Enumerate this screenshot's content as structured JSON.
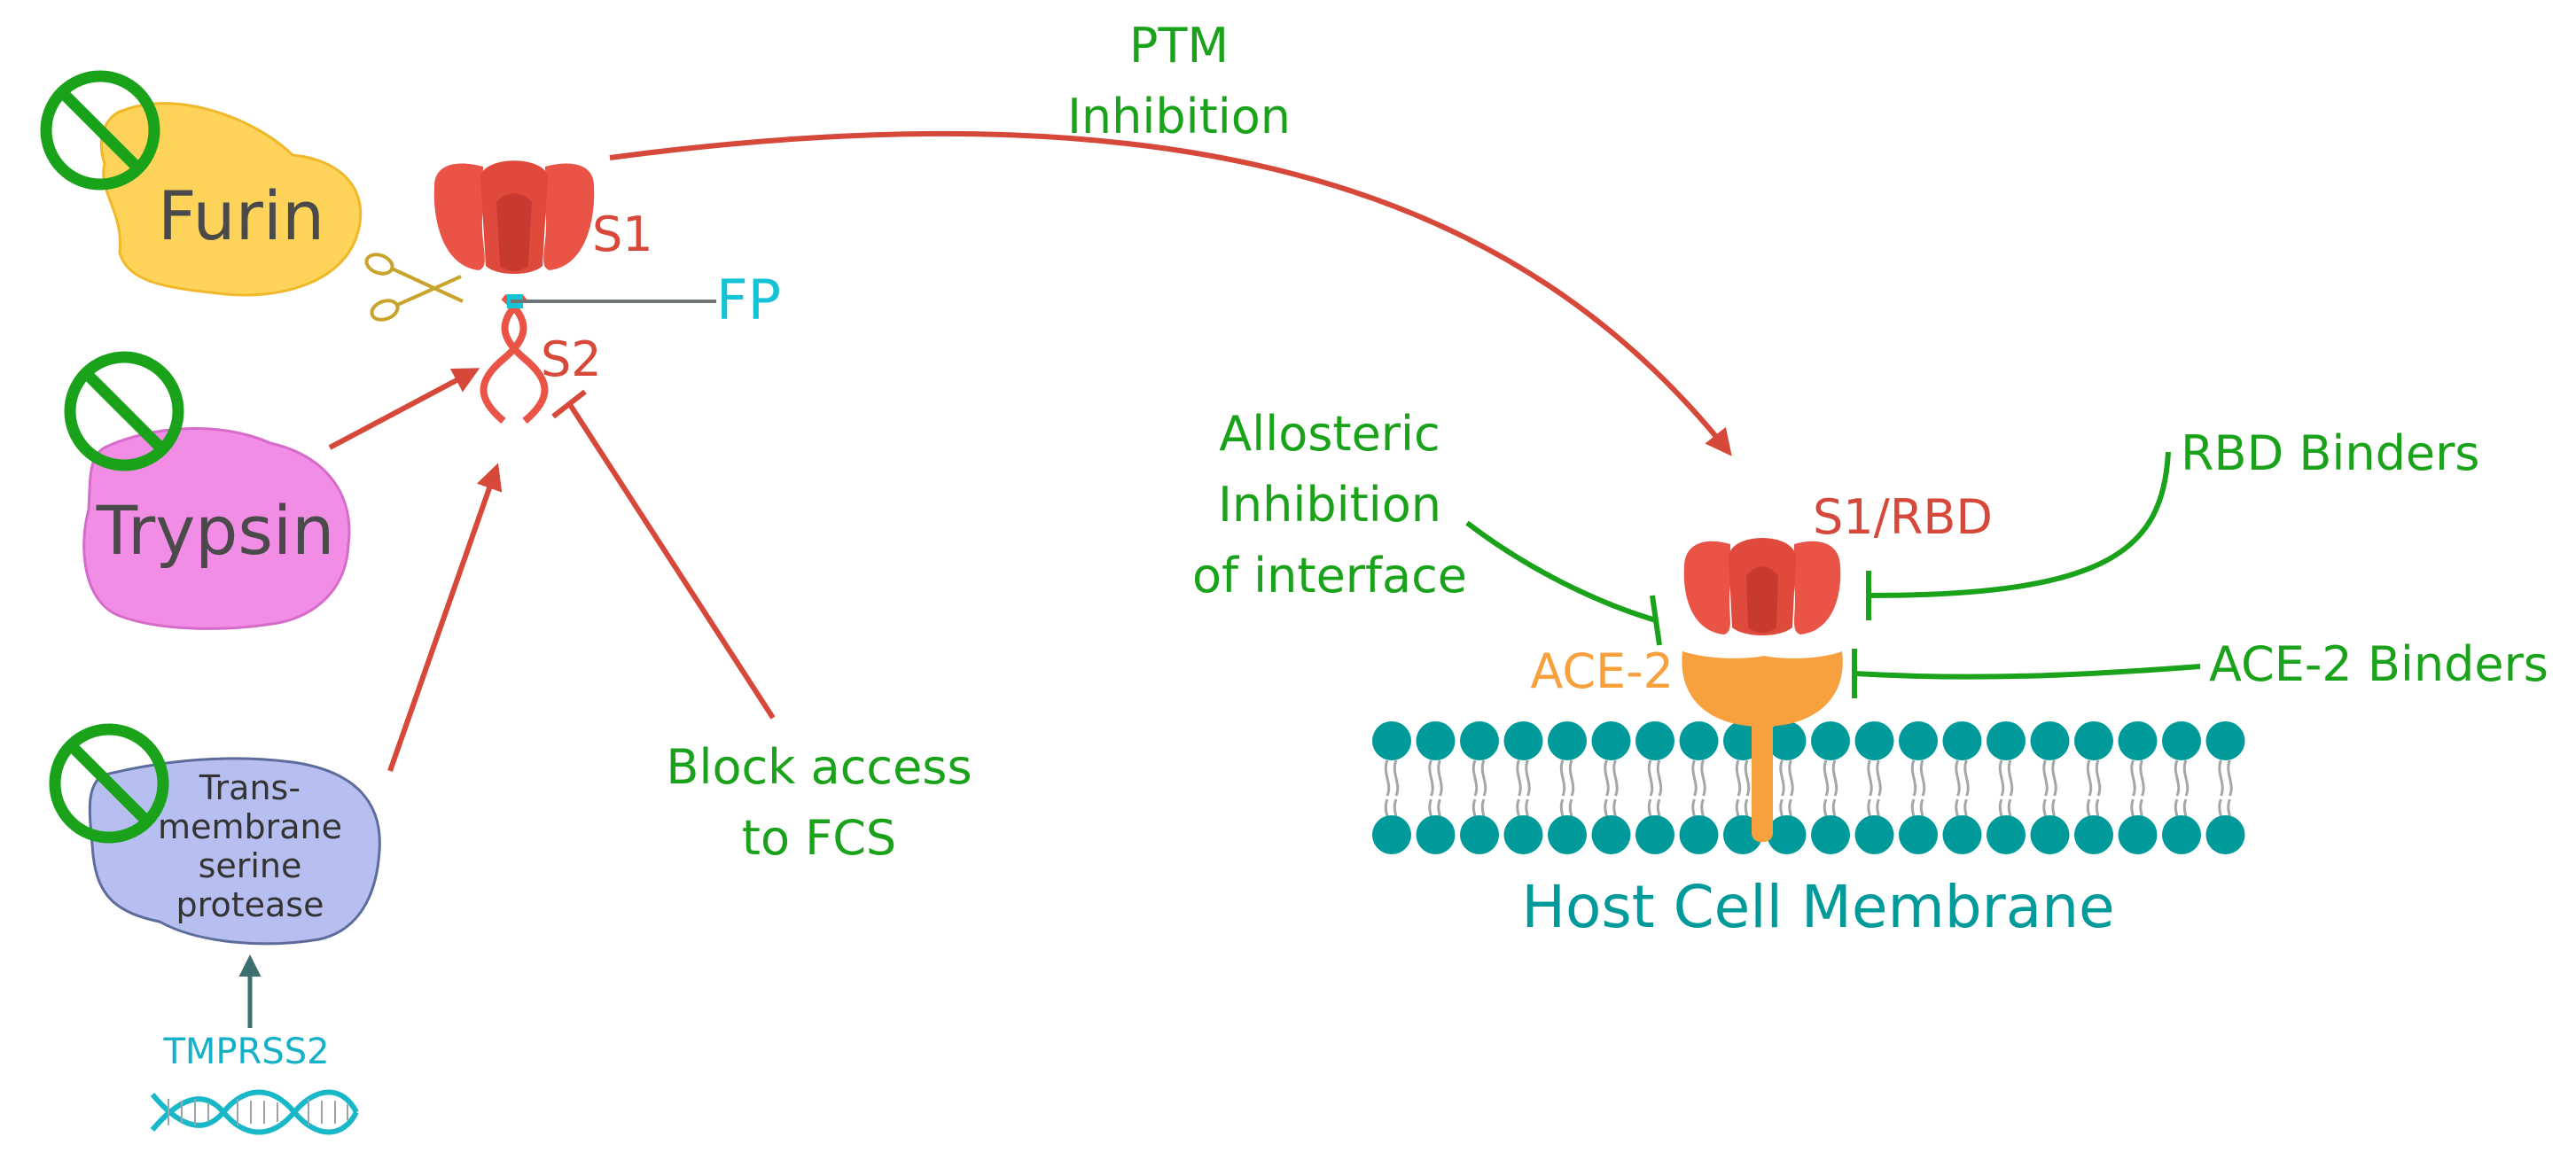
{
  "labels": {
    "ptm": [
      "PTM",
      "Inhibition"
    ],
    "furin": "Furin",
    "trypsin": "Trypsin",
    "tmprss_protein": [
      "Trans-",
      "membrane",
      "serine",
      "protease"
    ],
    "tmprss_gene": "TMPRSS2",
    "s1": "S1",
    "s2": "S2",
    "fp": "FP",
    "block": [
      "Block access",
      "to FCS"
    ],
    "allosteric": [
      "Allosteric",
      "Inhibition",
      "of interface"
    ],
    "s1rbd": "S1/RBD",
    "rbd_binders": "RBD Binders",
    "ace2": "ACE-2",
    "ace2_binders": "ACE-2 Binders",
    "membrane": "Host Cell Membrane"
  },
  "colors": {
    "green": "#1aa21a",
    "red": "#d6493a",
    "spike_red": "#ea5446",
    "spike_dark": "#c83a30",
    "teal": "#009a9a",
    "cyan": "#14c3d6",
    "orange": "#f7a03e",
    "furin_fill": "#fdd35a",
    "trypsin_fill": "#f28de6",
    "protease_fill": "#b7bff0",
    "grey_text": "#4a4a4a"
  },
  "icons": {
    "prohibited": "no-entry-sign",
    "scissors": "scissors",
    "dna": "dna-helix"
  }
}
